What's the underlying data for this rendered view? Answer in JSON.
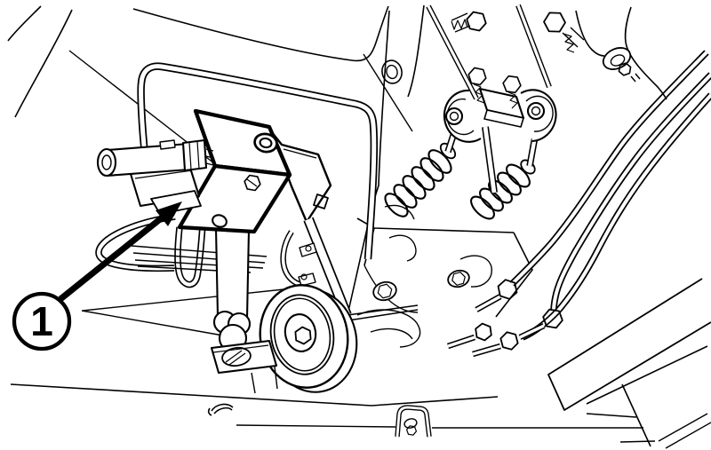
{
  "illustration": {
    "background_color": "#ffffff",
    "line_color": "#000000",
    "callout": {
      "label": "1"
    },
    "style": "black-and-white service-manual line drawing",
    "components": [
      "valve-block",
      "inlet-fitting",
      "formed-hose-loop",
      "coil-spring-left",
      "coil-spring-right",
      "clevis-links",
      "mounting-bolts",
      "pulley-disc",
      "slotted-bracket-bar",
      "hydraulic-lines",
      "frame-rails",
      "frame-beam",
      "wire-clips",
      "grommet-hole",
      "washer-bolt"
    ]
  }
}
